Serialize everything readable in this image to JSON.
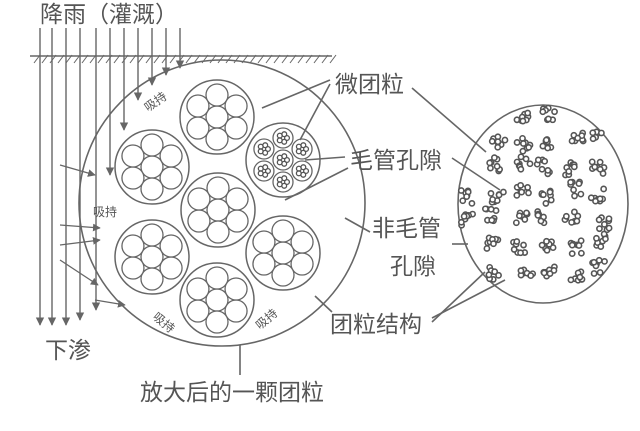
{
  "labels": {
    "rain": "降雨（灌溉）",
    "infiltration": "下渗",
    "micro_aggregate": "微团粒",
    "capillary_pore": "毛管孔隙",
    "non_capillary_pore_line1": "非毛管",
    "non_capillary_pore_line2": "孔隙",
    "aggregate_structure": "团粒结构",
    "enlarged_aggregate": "放大后的一颗团粒",
    "adsorption": [
      "吸持",
      "吸持",
      "吸持",
      "吸持"
    ]
  },
  "colors": {
    "line": "#666666",
    "dark_aggregate": "#555555",
    "background": "#ffffff"
  }
}
